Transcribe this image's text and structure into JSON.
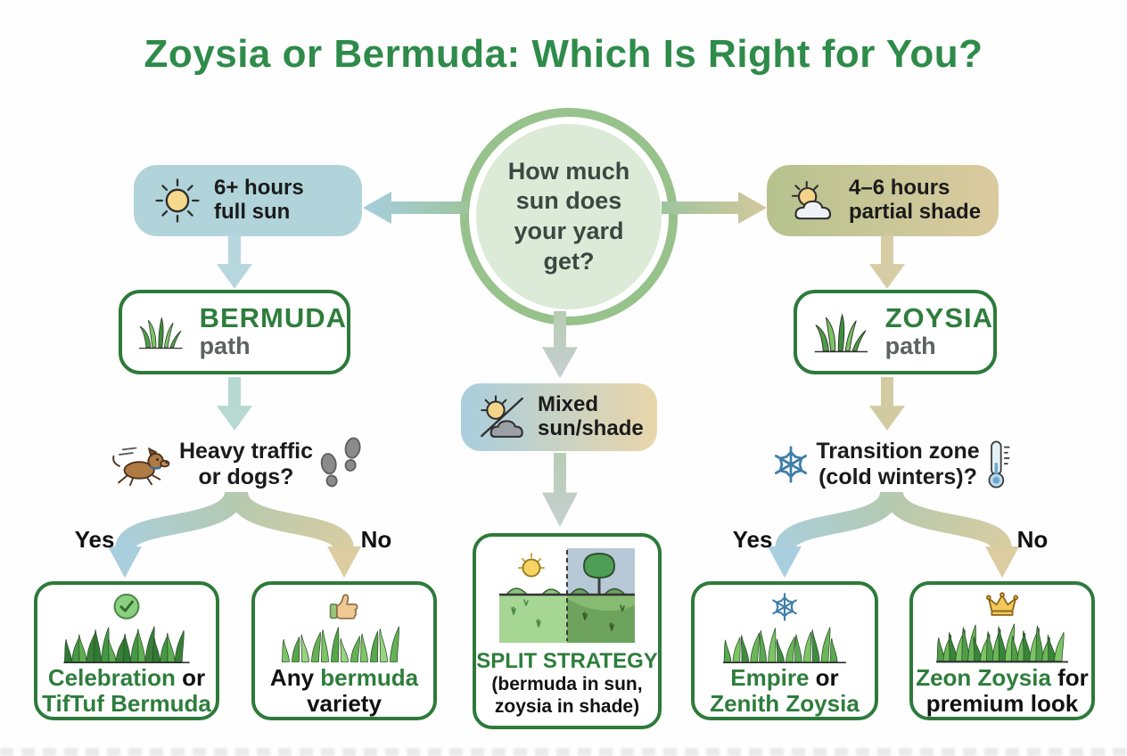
{
  "title": "Zoysia or Bermuda: Which Is Right for You?",
  "center_question": "How much sun does your yard get?",
  "colors": {
    "title_green": "#2e8b4a",
    "border_green": "#2d7a3a",
    "leaf_green_text": "#2e7d3c",
    "text_dark": "#1c1c1c",
    "path_gray": "#5c6360",
    "condition_blue_bg": "#b0d4da",
    "arrow_blue": "#aed3de",
    "arrow_tan": "#d8cda4",
    "arrow_sage": "#bccdb6"
  },
  "left_branch": {
    "condition": {
      "icon": "sun-icon",
      "line1": "6+ hours",
      "line2": "full sun"
    },
    "path_box": {
      "icon": "grass-clump-icon",
      "name": "BERMUDA",
      "sublabel": "path"
    },
    "question": {
      "icon_left": "dog-icon",
      "icon_right": "footprints-icon",
      "line1": "Heavy traffic",
      "line2": "or dogs?"
    },
    "yes_label": "Yes",
    "no_label": "No",
    "result_yes": {
      "icon": "check-circle-icon",
      "lines": [
        [
          {
            "t": "Celebration",
            "c": "green"
          },
          {
            "t": " or",
            "c": "dark"
          }
        ],
        [
          {
            "t": "TifTuf Bermuda",
            "c": "green"
          }
        ]
      ]
    },
    "result_no": {
      "icon": "thumbs-up-icon",
      "lines": [
        [
          {
            "t": "Any ",
            "c": "dark"
          },
          {
            "t": "bermuda",
            "c": "green"
          }
        ],
        [
          {
            "t": "variety",
            "c": "dark"
          }
        ]
      ]
    }
  },
  "middle_branch": {
    "condition": {
      "icon": "mixed-sun-shade-icon",
      "line1": "Mixed",
      "line2": "sun/shade"
    },
    "result": {
      "illustration": "split-lawn-illustration",
      "title": "SPLIT STRATEGY",
      "sub_line1": "(bermuda in sun,",
      "sub_line2": "zoysia in shade)"
    }
  },
  "right_branch": {
    "condition": {
      "icon": "partial-shade-icon",
      "line1": "4–6 hours",
      "line2": "partial shade"
    },
    "path_box": {
      "icon": "grass-clump-icon",
      "name": "ZOYSIA",
      "sublabel": "path"
    },
    "question": {
      "icon_left": "snowflake-icon",
      "icon_right": "thermometer-icon",
      "line1": "Transition zone",
      "line2": "(cold winters)?"
    },
    "yes_label": "Yes",
    "no_label": "No",
    "result_yes": {
      "icon": "snowflake-icon",
      "lines": [
        [
          {
            "t": "Empire",
            "c": "green"
          },
          {
            "t": " or",
            "c": "dark"
          }
        ],
        [
          {
            "t": "Zenith Zoysia",
            "c": "green"
          }
        ]
      ]
    },
    "result_no": {
      "icon": "crown-icon",
      "lines": [
        [
          {
            "t": "Zeon Zoysia",
            "c": "green"
          },
          {
            "t": " for",
            "c": "dark"
          }
        ],
        [
          {
            "t": "premium look",
            "c": "dark"
          }
        ]
      ]
    }
  }
}
